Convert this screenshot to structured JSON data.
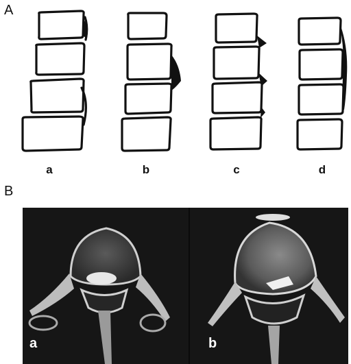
{
  "panel_a": {
    "label": "A",
    "columns": [
      {
        "label": "a"
      },
      {
        "label": "b"
      },
      {
        "label": "c"
      },
      {
        "label": "d"
      }
    ]
  },
  "panel_b": {
    "label": "B",
    "images": [
      {
        "label": "a"
      },
      {
        "label": "b"
      }
    ]
  }
}
